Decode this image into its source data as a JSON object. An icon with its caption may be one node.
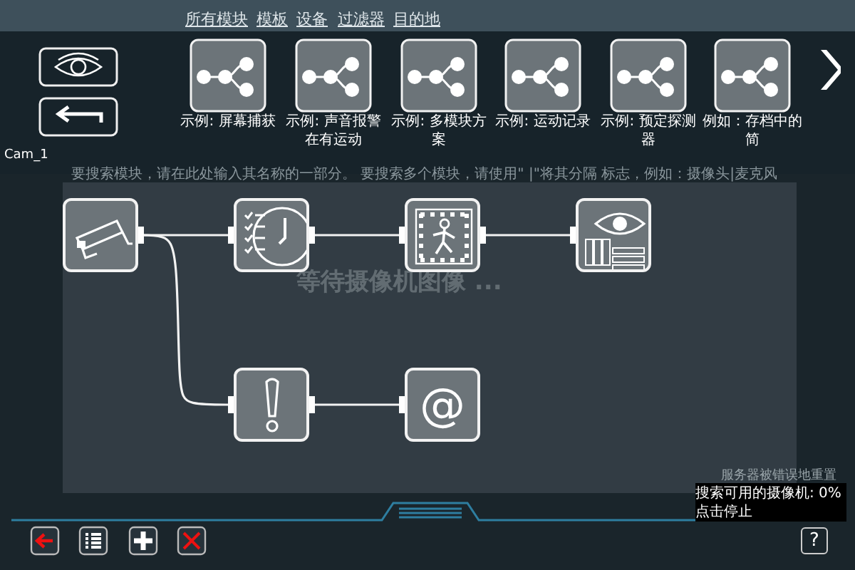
{
  "diagram": {
    "nodes": [
      {
        "text": [],
        "shape": "picture"
      },
      {
        "text": [],
        "shape": "picture"
      },
      {
        "text": [],
        "shape": "picture"
      },
      {
        "text": [],
        "shape": "picture"
      },
      {
        "text": [],
        "shape": "picture"
      },
      {
        "text": [
          "@"
        ]
      }
    ],
    "edges": [
      {
        "from": 0,
        "to": 1,
        "arrow": "none"
      },
      {
        "from": 1,
        "to": 2,
        "arrow": "none"
      },
      {
        "from": 2,
        "to": 3,
        "arrow": "none"
      },
      {
        "from": 0,
        "to": 4,
        "arrow": "none"
      },
      {
        "from": 4,
        "to": 5,
        "arrow": "none"
      }
    ],
    "labels": [
      "所有模块",
      "模板",
      "设备",
      "过滤器",
      "目的地",
      "示例: 屏幕捕获",
      "示例: 声音报警在有运动",
      "示例: 多模块方案",
      "示例: 运动记录",
      "示例: 预定探测器",
      "例如：存档中的简",
      "Cam_1",
      "要搜索模块，请在此处输入其名称的一部分。 要搜索多个模块，请使用\" |\"将其分隔 标志，例如：摄像头|麦克风",
      "等待摄像机图像 ...",
      "服务器被错误地重置",
      "搜索可用的摄像机: 0%",
      "点击停止",
      "?"
    ]
  }
}
